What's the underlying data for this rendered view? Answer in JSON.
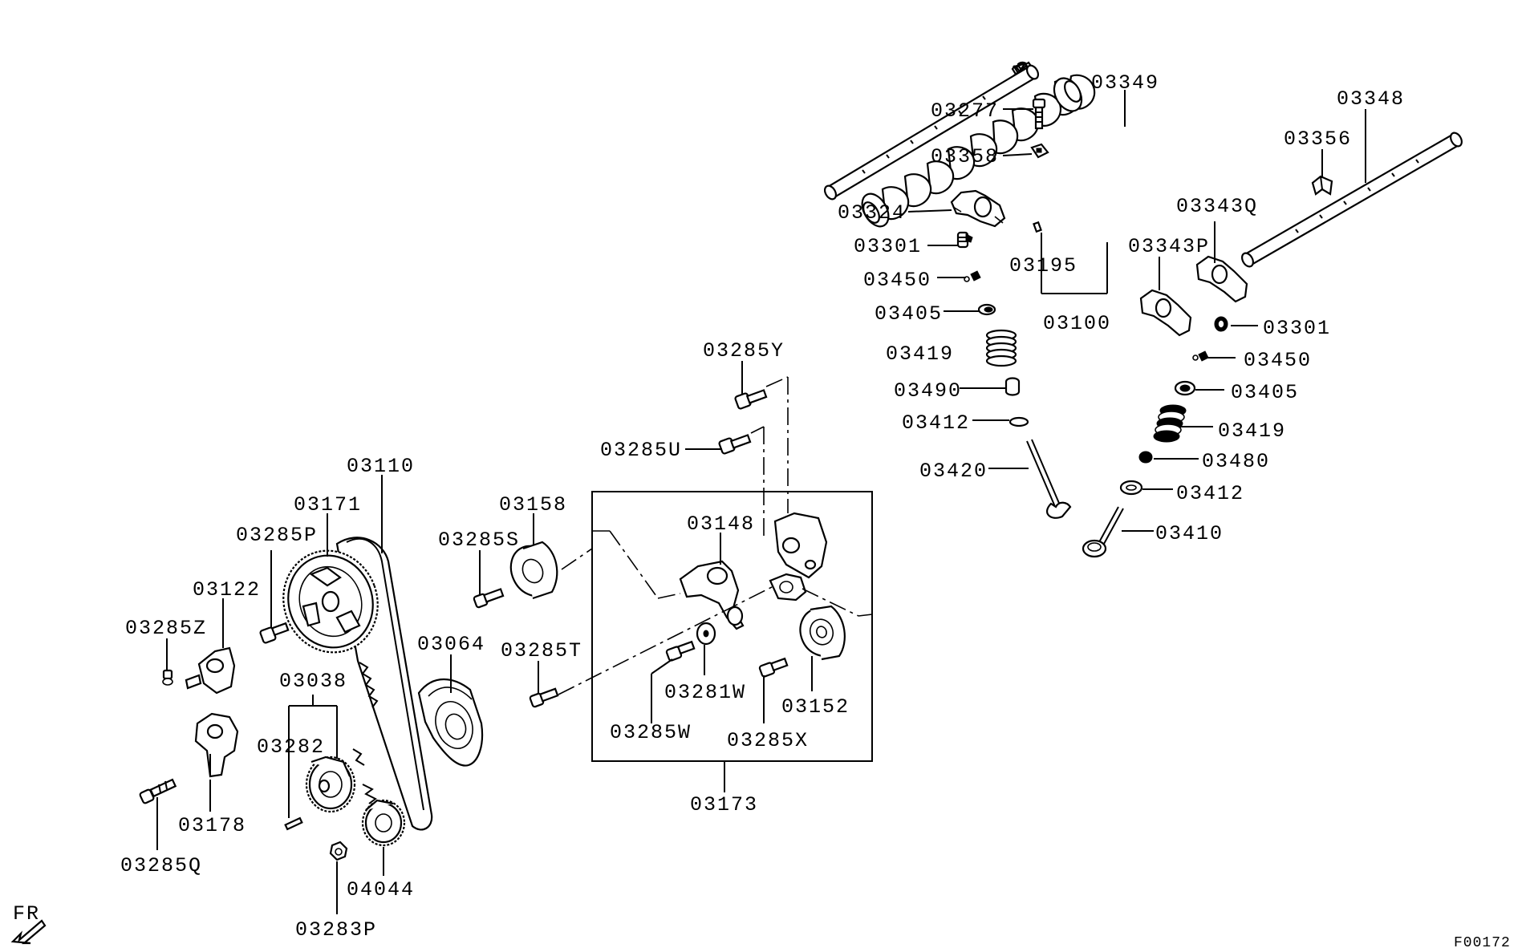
{
  "labels": {
    "p03349": "03349",
    "p03348": "03348",
    "p03277": "03277",
    "p03358": "03358",
    "p03356": "03356",
    "p03324": "03324",
    "p03343q": "03343Q",
    "p03301a": "03301",
    "p03195": "03195",
    "p03343p": "03343P",
    "p03450a": "03450",
    "p03405a": "03405",
    "p03100": "03100",
    "p03301b": "03301",
    "p03419a": "03419",
    "p03450b": "03450",
    "p03285y": "03285Y",
    "p03490": "03490",
    "p03405b": "03405",
    "p03412a": "03412",
    "p03419b": "03419",
    "p03285u": "03285U",
    "p03480": "03480",
    "p03420": "03420",
    "p03412b": "03412",
    "p03110": "03110",
    "p03158": "03158",
    "p03410": "03410",
    "p03171": "03171",
    "p03148": "03148",
    "p03285p": "03285P",
    "p03285s": "03285S",
    "p03122": "03122",
    "p03285z": "03285Z",
    "p03064": "03064",
    "p03285t": "03285T",
    "p03038": "03038",
    "p03281w": "03281W",
    "p03152": "03152",
    "p03285w": "03285W",
    "p03285x": "03285X",
    "p03282": "03282",
    "p03173": "03173",
    "p03178": "03178",
    "p03285q": "03285Q",
    "p04044": "04044",
    "p03283p": "03283P",
    "fr": "FR",
    "figure_code": "F00172"
  }
}
